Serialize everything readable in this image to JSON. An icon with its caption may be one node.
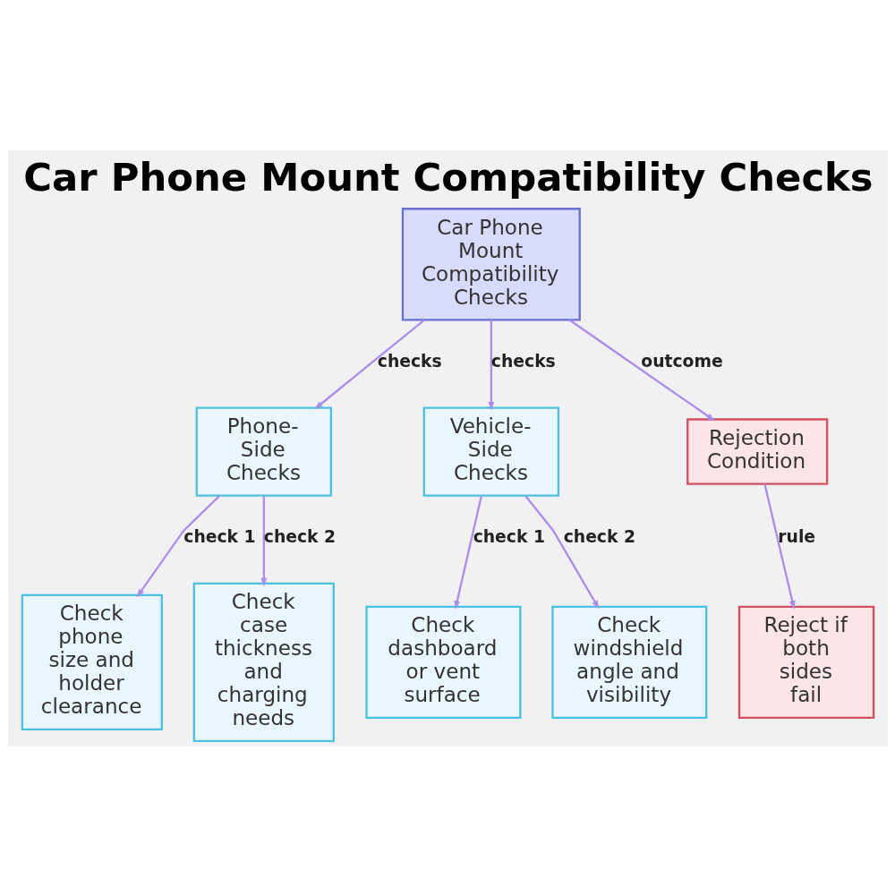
{
  "diagram": {
    "title": "Car Phone Mount Compatibility Checks",
    "nodes": [
      {
        "text": [
          "Car Phone Mount Compatibility Checks"
        ]
      },
      {
        "text": [
          "Phone-Side Checks"
        ]
      },
      {
        "text": [
          "Vehicle-Side Checks"
        ]
      },
      {
        "text": [
          "Rejection Condition"
        ]
      },
      {
        "text": [
          "Check phone size and holder clearance"
        ]
      },
      {
        "text": [
          "Check case thickness and charging needs"
        ]
      },
      {
        "text": [
          "Check dashboard or vent surface"
        ]
      },
      {
        "text": [
          "Check windshield angle and visibility"
        ]
      },
      {
        "text": [
          "Reject if both sides fail"
        ]
      }
    ],
    "edges": [
      {
        "from": 0,
        "to": 1,
        "arrow": "to",
        "label": "checks"
      },
      {
        "from": 0,
        "to": 2,
        "arrow": "to",
        "label": "checks"
      },
      {
        "from": 0,
        "to": 3,
        "arrow": "to",
        "label": "outcome"
      },
      {
        "from": 1,
        "to": 4,
        "arrow": "to",
        "label": "check 1"
      },
      {
        "from": 1,
        "to": 5,
        "arrow": "to",
        "label": "check 2"
      },
      {
        "from": 2,
        "to": 6,
        "arrow": "to",
        "label": "check 1"
      },
      {
        "from": 2,
        "to": 7,
        "arrow": "to",
        "label": "check 2"
      },
      {
        "from": 3,
        "to": 8,
        "arrow": "to",
        "label": "rule"
      }
    ]
  }
}
